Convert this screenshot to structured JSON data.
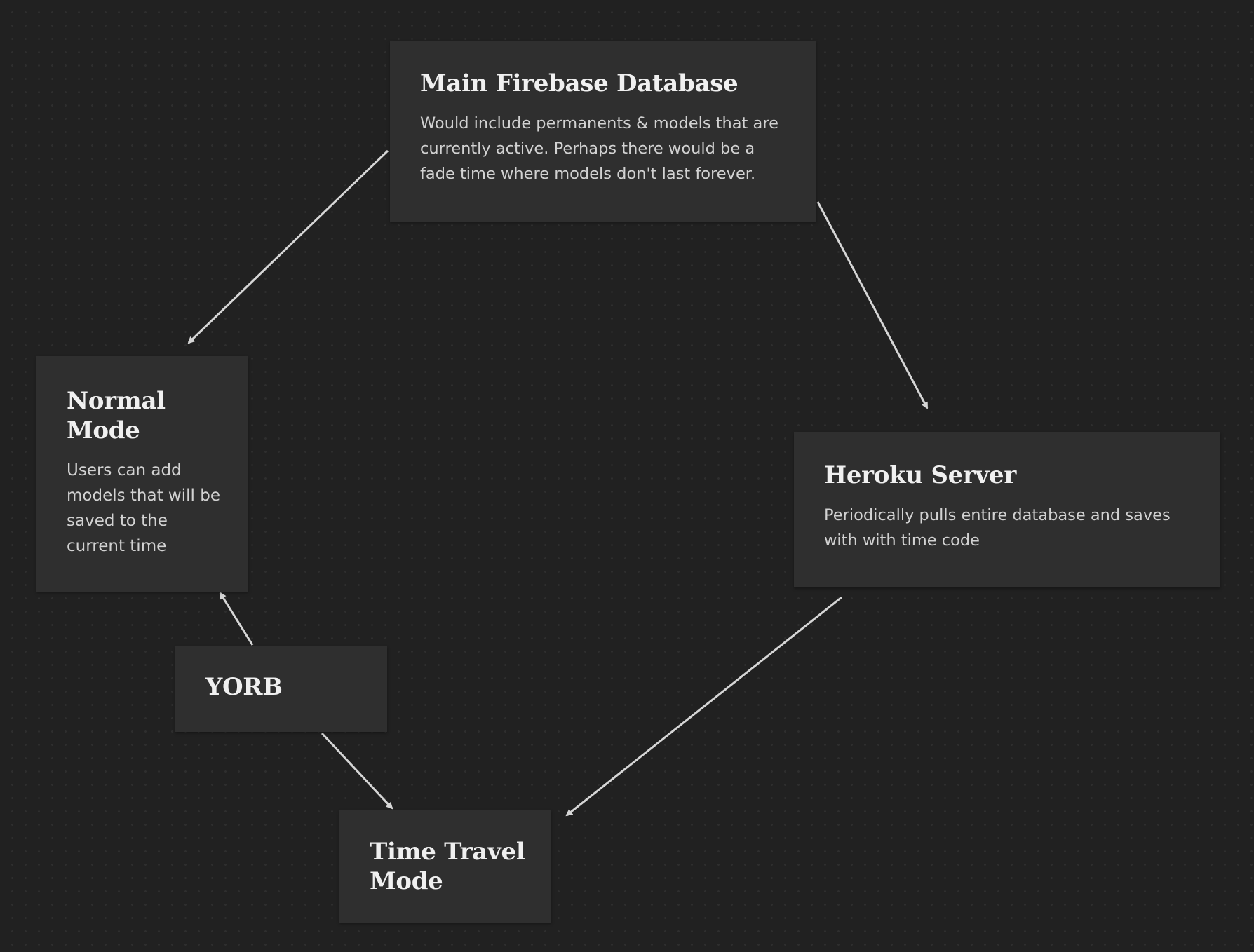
{
  "nodes": {
    "main_db": {
      "title": "Main Firebase Database",
      "body": "Would include permanents & models that are currently active. Perhaps there would be a fade time where models don't last forever."
    },
    "normal_mode": {
      "title": "Normal Mode",
      "body": "Users can add models that will be saved to the current time"
    },
    "heroku": {
      "title": "Heroku Server",
      "body": "Periodically pulls entire database and saves with with time code"
    },
    "yorb": {
      "title": "YORB"
    },
    "time_travel": {
      "title": "Time Travel Mode"
    }
  },
  "edges": [
    {
      "from": "Main Firebase Database",
      "to": "Normal Mode"
    },
    {
      "from": "Main Firebase Database",
      "to": "Heroku Server"
    },
    {
      "from": "Heroku Server",
      "to": "Time Travel Mode"
    },
    {
      "from": "YORB",
      "to": "Normal Mode"
    },
    {
      "from": "YORB",
      "to": "Time Travel Mode"
    }
  ],
  "colors": {
    "canvas": "#212121",
    "card": "#2f2f2f",
    "title": "#f0f0f0",
    "text": "#d2d2d2",
    "arrow": "#d6d6d6"
  }
}
